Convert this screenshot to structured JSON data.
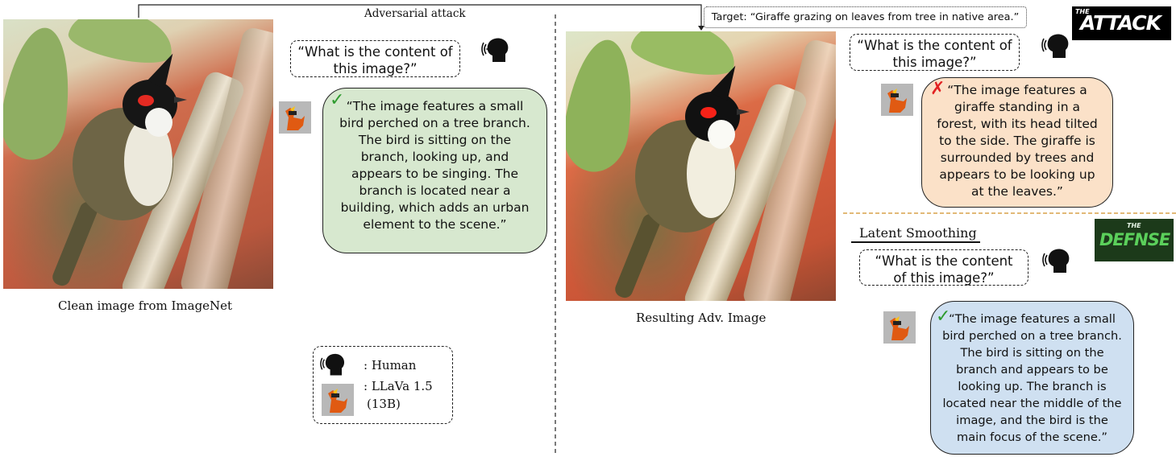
{
  "figure": {
    "adversarial_label": "Adversarial attack",
    "target_text": "Target: “Giraffe grazing on leaves from tree in native area.”",
    "clean_caption": "Clean image from ImageNet",
    "adv_caption": "Resulting Adv. Image",
    "question": "“What is the content of this image?”",
    "clean_answer": "“The image features a small bird perched on a tree branch. The bird is sitting on the branch, looking up, and appears to be singing. The branch is located near a building, which adds an urban element to the scene.”",
    "attack_answer": "“The image features a giraffe standing in a forest, with its head tilted to the side. The giraffe is surrounded by trees and appears to be looking up at the leaves.”",
    "defense_label": "Latent Smoothing",
    "defense_answer": "“The image features a small bird perched on a tree branch. The bird is sitting on the branch and appears to be looking up. The branch is located near the middle of the image, and the bird is the main focus of the scene.”",
    "attack_logo": "ATTACK",
    "attack_logo_prefix": "THE",
    "defense_logo": "DEFNSE",
    "defense_logo_prefix": "THE",
    "legend": {
      "human": ": Human",
      "llava_line1": ": LLaVa 1.5",
      "llava_line2": "(13B)"
    }
  },
  "marks": {
    "check": "✓",
    "cross": "✗"
  },
  "icons": {
    "human": "speaking-head-icon",
    "llava": "llava-mascot-icon"
  },
  "colors": {
    "clean_answer_bg": "#d7e8cf",
    "attack_answer_bg": "#fbe1c8",
    "defense_answer_bg": "#cfe0f1",
    "check": "#2e9b2e",
    "cross": "#e22222",
    "separator_orange": "#d9a24a",
    "defense_logo_green": "#5bd05b"
  }
}
